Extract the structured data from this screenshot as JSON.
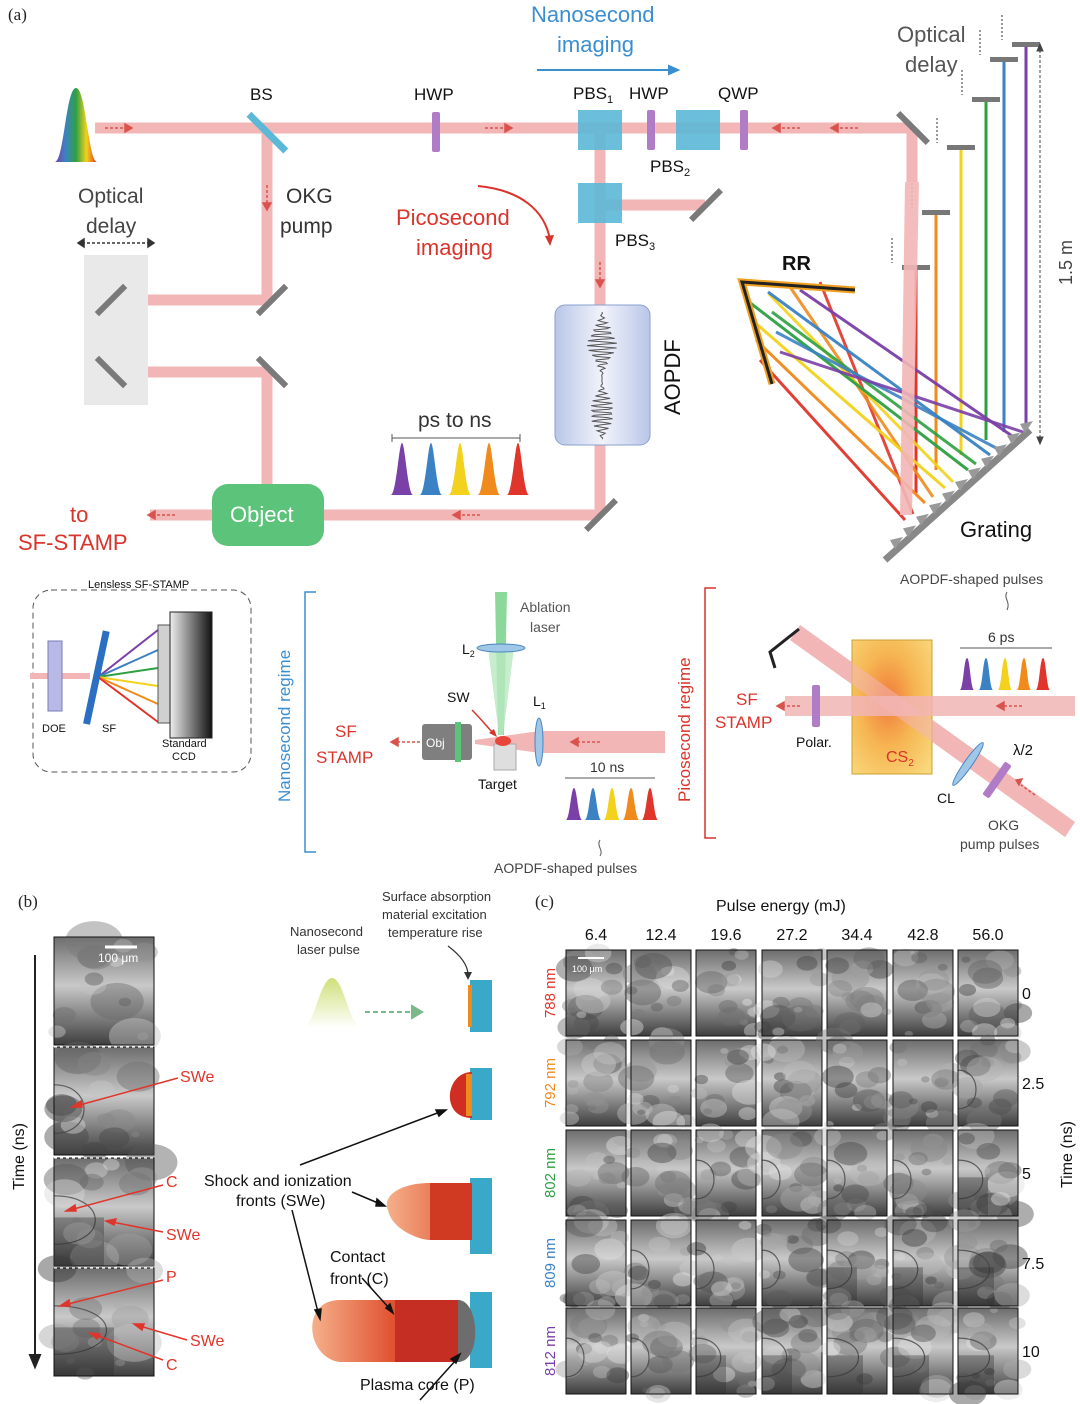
{
  "panel_a": {
    "label": "(a)",
    "nanosecond_imaging": [
      "Nanosecond",
      "imaging"
    ],
    "picosecond_imaging": [
      "Picosecond",
      "imaging"
    ],
    "optical_delay_left": [
      "Optical",
      "delay"
    ],
    "optical_delay_right": [
      "Optical",
      "delay"
    ],
    "bs": "BS",
    "hwp1": "HWP",
    "hwp2": "HWP",
    "pbs1": "PBS",
    "pbs1_sub": "1",
    "pbs2": "PBS",
    "pbs2_sub": "2",
    "pbs3": "PBS",
    "pbs3_sub": "3",
    "qwp": "QWP",
    "okg_pump": [
      "OKG",
      "pump"
    ],
    "aopdf": "AOPDF",
    "ps_to_ns": "ps to ns",
    "object": "Object",
    "to_sf_stamp": [
      "to",
      "SF-STAMP"
    ],
    "rr": "RR",
    "grating": "Grating",
    "height_label": "1.5 m",
    "lensless_title": "Lensless SF-STAMP",
    "doe": "DOE",
    "sf": "SF",
    "ccd": [
      "Standard",
      "CCD"
    ],
    "nanosecond_regime": "Nanosecond regime",
    "picosecond_regime": "Picosecond regime",
    "ablation_laser": [
      "Ablation",
      "laser"
    ],
    "l2": "L",
    "l2_sub": "2",
    "l1": "L",
    "l1_sub": "1",
    "sw": "SW",
    "obj": "Obj",
    "target": "Target",
    "sf_stamp_left": [
      "SF",
      "STAMP"
    ],
    "ten_ns": "10 ns",
    "aopdf_shaped_bottom": "AOPDF-shaped pulses",
    "aopdf_shaped_top": "AOPDF-shaped pulses",
    "six_ps": "6 ps",
    "sf_stamp_right": [
      "SF",
      "STAMP"
    ],
    "polar": "Polar.",
    "cs2": "CS",
    "cs2_sub": "2",
    "half_wave": "λ/2",
    "cl": "CL",
    "okg_pump_pulses": [
      "OKG",
      "pump pulses"
    ]
  },
  "panel_b": {
    "label": "(b)",
    "time_axis": "Time (ns)",
    "scale_bar": "100 μm",
    "swe1": "SWe",
    "c1": "C",
    "swe2": "SWe",
    "p": "P",
    "swe3": "SWe",
    "c2": "C",
    "surface_absorption": [
      "Surface absorption",
      "material excitation",
      "temperature rise"
    ],
    "nanosecond_laser_pulse": [
      "Nanosecond",
      "laser pulse"
    ],
    "shock_fronts": [
      "Shock and ionization",
      "fronts (SWe)"
    ],
    "contact_front": [
      "Contact",
      "front (C)"
    ],
    "plasma_core": "Plasma core (P)"
  },
  "panel_c": {
    "label": "(c)",
    "pulse_energy_title": "Pulse energy (mJ)",
    "energies": [
      "6.4",
      "12.4",
      "19.6",
      "27.2",
      "34.4",
      "42.8",
      "56.0"
    ],
    "wavelengths": [
      {
        "text": "788 nm",
        "color": "#e0352b"
      },
      {
        "text": "792 nm",
        "color": "#f08a1c"
      },
      {
        "text": "802 nm",
        "color": "#2ea043"
      },
      {
        "text": "809 nm",
        "color": "#3b82c4"
      },
      {
        "text": "812 nm",
        "color": "#7b3fa8"
      }
    ],
    "times": [
      "0",
      "2.5",
      "5",
      "7.5",
      "10"
    ],
    "time_axis": "Time (ns)",
    "scale_bar": "100 μm"
  },
  "colors": {
    "beam": "#f2b6b6",
    "beam_arrow": "#d9534f",
    "blue_label": "#3b8ed0",
    "red_label": "#d9342b",
    "cube": "#5bb8d6",
    "waveplate": "#b07cc6",
    "object": "#5cc47a",
    "spectrum": [
      "#e0352b",
      "#f08a1c",
      "#f2d21c",
      "#2ea043",
      "#3b82c4",
      "#7b3fa8"
    ]
  }
}
